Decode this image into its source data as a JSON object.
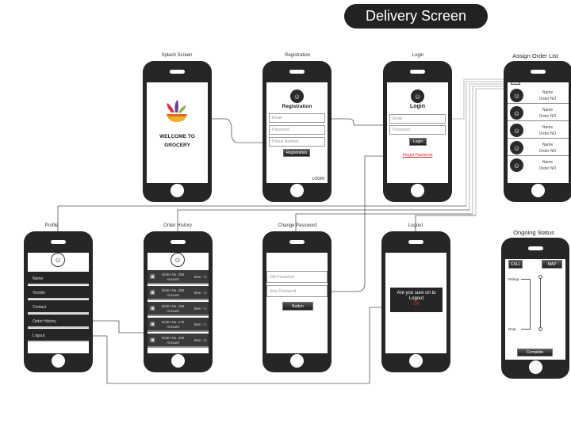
{
  "title": "Delivery Screen",
  "screens": {
    "splash": {
      "label": "Splash Screen",
      "line1": "WELCOME TO",
      "line2": "GROCERY"
    },
    "registration": {
      "label": "Registration",
      "heading": "Registration",
      "email": "Email",
      "password": "Password",
      "phone": "Phone Number",
      "button": "Registration",
      "footer": "LOGIN"
    },
    "login": {
      "label": "Login",
      "heading": "Login",
      "email": "Email",
      "password": "Password",
      "button": "Login",
      "forgot": "Forgot Password"
    },
    "assign": {
      "label": "Assign Order List",
      "items": [
        {
          "name": "Name",
          "order": "Order NO"
        },
        {
          "name": "Name",
          "order": "Order NO"
        },
        {
          "name": "Name",
          "order": "Order NO"
        },
        {
          "name": "Name",
          "order": "Order NO"
        },
        {
          "name": "Name",
          "order": "Order NO"
        }
      ]
    },
    "profile": {
      "label": "Profile",
      "items": [
        "Name",
        "Vechile",
        "Contact",
        "Order History",
        "Logout"
      ]
    },
    "history": {
      "label": "Order History",
      "items": [
        {
          "order": "Order No. 250",
          "amount": "Amount",
          "item": "Item - 2"
        },
        {
          "order": "Order No. 280",
          "amount": "Amount",
          "item": "Item - 4"
        },
        {
          "order": "Order No. 150",
          "amount": "Amount",
          "item": "Item - 2"
        },
        {
          "order": "Order No. 170",
          "amount": "Amount",
          "item": "Item - 1"
        },
        {
          "order": "Order No. 300",
          "amount": "Amount",
          "item": "Item - 5"
        }
      ]
    },
    "change": {
      "label": "Change Password",
      "old": "Old Password",
      "new": "New Password",
      "button": "Button"
    },
    "logout": {
      "label": "Logout",
      "message": "Are you sure on to Logout",
      "ok": "OK"
    },
    "ongoing": {
      "label": "Ongoing Status",
      "call": "CALL",
      "map": "MAP",
      "pickup": "Pickup",
      "drop": "Drop",
      "button": "Complete"
    }
  },
  "colors": {
    "phone": "#262626",
    "link": "#e02020"
  }
}
